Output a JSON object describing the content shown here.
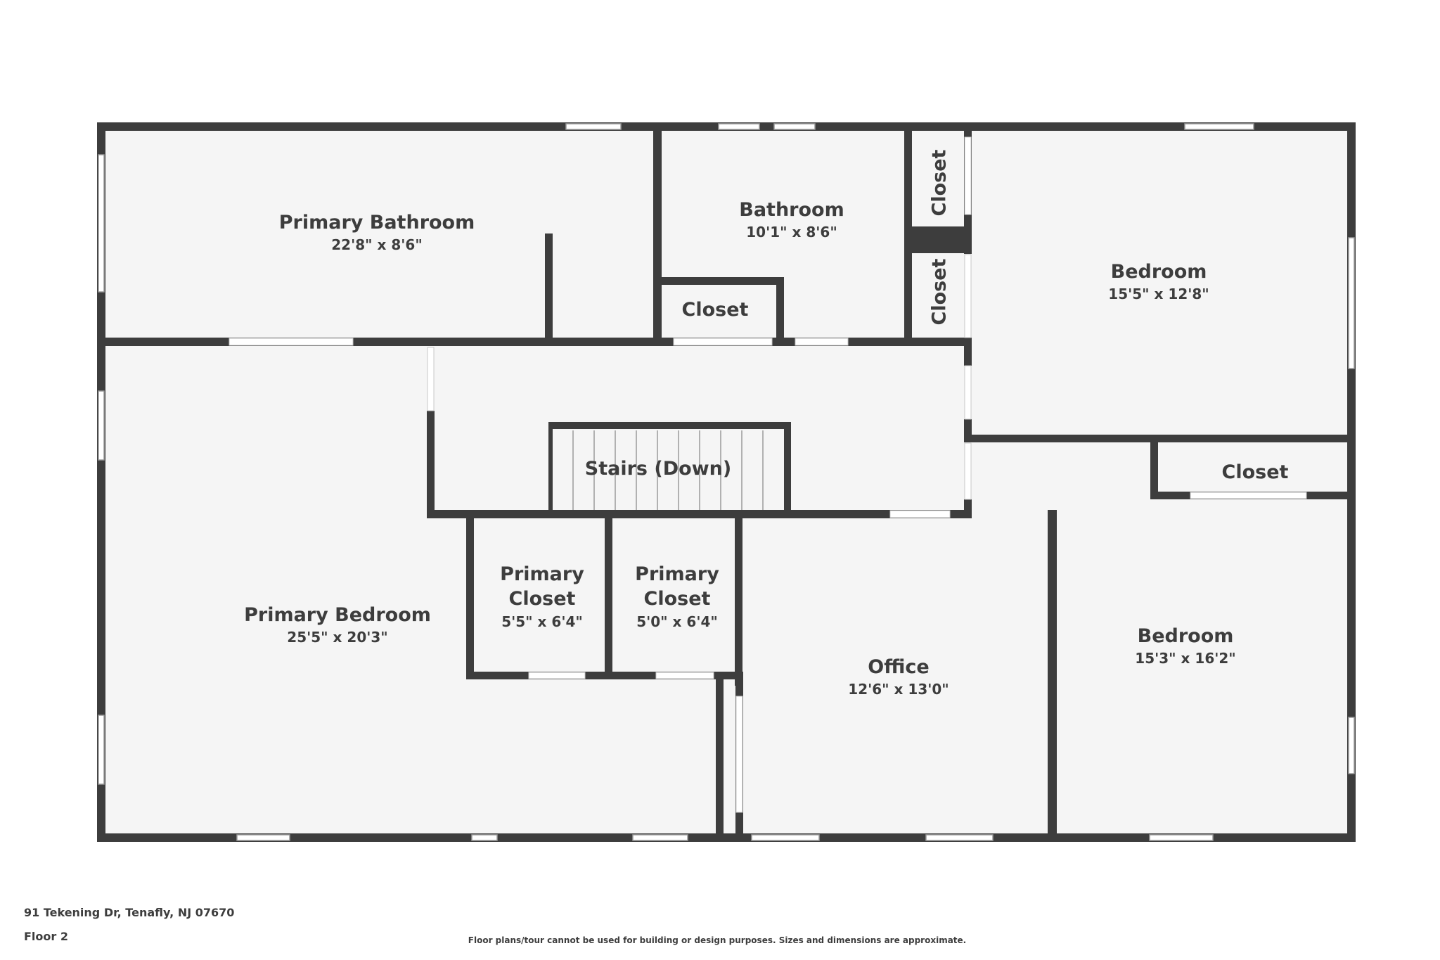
{
  "plan": {
    "rooms": {
      "primary_bathroom": {
        "name": "Primary Bathroom",
        "dims": "22'8\" x 8'6\""
      },
      "bathroom": {
        "name": "Bathroom",
        "dims": "10'1\" x 8'6\""
      },
      "closet_upper_a": {
        "name": "Closet"
      },
      "closet_upper_b": {
        "name": "Closet"
      },
      "bathroom_closet": {
        "name": "Closet"
      },
      "bedroom_upper": {
        "name": "Bedroom",
        "dims": "15'5\" x 12'8\""
      },
      "bedroom_closet": {
        "name": "Closet"
      },
      "stairs": {
        "name": "Stairs (Down)"
      },
      "primary_bedroom": {
        "name": "Primary Bedroom",
        "dims": "25'5\" x 20'3\""
      },
      "primary_closet_1": {
        "name_line1": "Primary",
        "name_line2": "Closet",
        "dims": "5'5\" x 6'4\""
      },
      "primary_closet_2": {
        "name_line1": "Primary",
        "name_line2": "Closet",
        "dims": "5'0\" x 6'4\""
      },
      "office": {
        "name": "Office",
        "dims": "12'6\" x 13'0\""
      },
      "bedroom_lower": {
        "name": "Bedroom",
        "dims": "15'3\" x 16'2\""
      }
    }
  },
  "footer": {
    "address": "91 Tekening Dr, Tenafly, NJ 07670",
    "floor": "Floor 2",
    "disclaimer": "Floor plans/tour cannot be used for building or design purposes. Sizes and dimensions are approximate."
  },
  "colors": {
    "wall": "#3d3d3d",
    "floor": "#f5f5f5",
    "window": "#ffffff"
  }
}
